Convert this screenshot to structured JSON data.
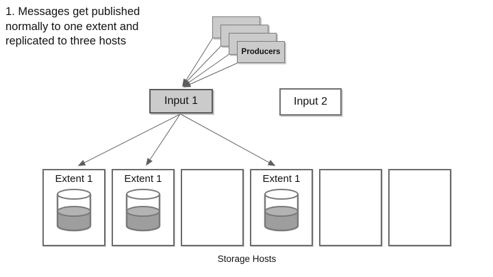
{
  "note": {
    "lines": [
      "1. Messages get published",
      "normally to one extent and",
      "replicated to three hosts"
    ]
  },
  "producers": {
    "label": "Producers",
    "card_count": 4
  },
  "inputs": [
    {
      "label": "Input 1"
    },
    {
      "label": "Input 2"
    }
  ],
  "storage": {
    "caption": "Storage Hosts",
    "hosts": [
      {
        "label": "Extent 1",
        "has_extent": true
      },
      {
        "label": "Extent 1",
        "has_extent": true
      },
      {
        "label": "",
        "has_extent": false
      },
      {
        "label": "Extent 1",
        "has_extent": true
      },
      {
        "label": "",
        "has_extent": false
      },
      {
        "label": "",
        "has_extent": false
      }
    ]
  },
  "colors": {
    "shape_fill_gray": "#cbcbcb",
    "shape_border": "#6b6b6b",
    "connector": "#646464",
    "arrowhead": "#5f5f5f",
    "cylinder_body": "#9e9e9e",
    "cylinder_surface": "#b3b3b3",
    "cylinder_stroke": "#7a7a7a",
    "text": "#111111"
  }
}
